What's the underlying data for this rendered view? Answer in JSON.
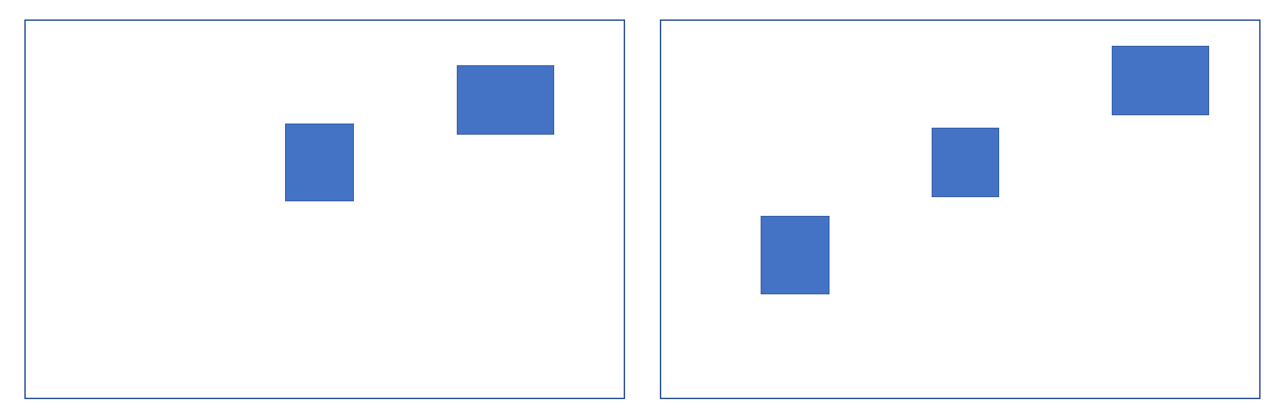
{
  "colors": {
    "panel_border": "#2f5597",
    "shape_fill": "#4472c4",
    "shape_border": "#2f5597",
    "background": "#ffffff"
  },
  "panels": [
    {
      "name": "left-panel",
      "shape_count": 2
    },
    {
      "name": "right-panel",
      "shape_count": 3
    }
  ]
}
